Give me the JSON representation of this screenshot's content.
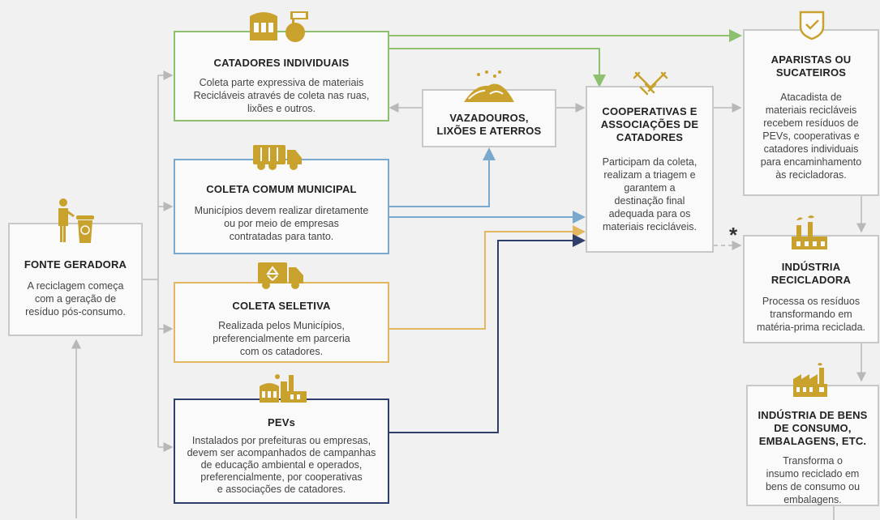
{
  "nodes": {
    "fonte": {
      "title": "FONTE GERADORA",
      "desc": "A reciclagem começa\ncom a geração de\nresíduo pós-consumo."
    },
    "catadores": {
      "title": "CATADORES INDIVIDUAIS",
      "desc": "Coleta parte expressiva de materiais\nRecicláveis através de coleta nas ruas,\nlixões e outros."
    },
    "coleta_municipal": {
      "title": "COLETA COMUM MUNICIPAL",
      "desc": "Municípios devem realizar diretamente\nou por meio de empresas\ncontratadas para tanto."
    },
    "coleta_seletiva": {
      "title": "COLETA SELETIVA",
      "desc": "Realizada pelos Municípios,\npreferencialmente em parceria\ncom os catadores."
    },
    "pevs": {
      "title": "PEVs",
      "desc": "Instalados por prefeituras ou empresas,\ndevem ser acompanhados de campanhas\nde educação ambiental e operados,\npreferencialmente, por cooperativas\ne associações de catadores."
    },
    "vazadouros": {
      "title": "VAZADOUROS,\nLIXÕES E ATERROS"
    },
    "cooperativas": {
      "title": "COOPERATIVAS E\nASSOCIAÇÕES DE\nCATADORES",
      "desc": "Participam da coleta,\nrealizam a triagem e\ngarantem a\ndestinação final\nadequada para os\nmateriais recicláveis."
    },
    "aparistas": {
      "title": "APARISTAS OU\nSUCATEIROS",
      "desc": "Atacadista de\nmateriais recicláveis\nrecebem resíduos de\nPEVs, cooperativas e\ncatadores individuais\npara encaminhamento\nàs recicladoras."
    },
    "industria_recicladora": {
      "title": "INDÚSTRIA\nRECICLADORA",
      "desc": "Processa os resíduos\ntransformando em\nmatéria-prima reciclada."
    },
    "industria_bens": {
      "title": "INDÚSTRIA DE BENS\nDE CONSUMO,\nEMBALAGENS, ETC.",
      "desc": "Transforma o\ninsumo reciclado em\nbens de consumo ou\nembalagens."
    }
  },
  "asterisk": "*",
  "colors": {
    "green": "#8dc06f",
    "blue": "#7aa9d0",
    "yellow": "#e2b760",
    "navy": "#2f3f6c",
    "gray": "#b8b8b8",
    "icon": "#c9a22e"
  }
}
